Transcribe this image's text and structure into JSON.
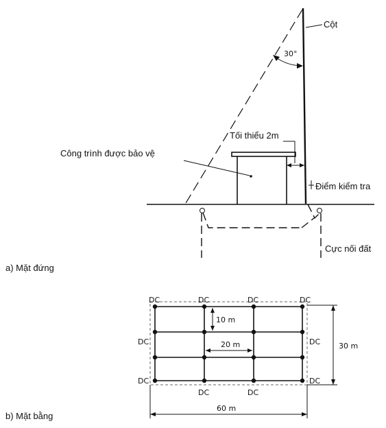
{
  "elevation": {
    "caption": "a) Mặt đứng",
    "pole_label": "Cột",
    "angle_label": "30°",
    "min_distance_label": "Tối thiểu 2m",
    "protected_label": "Công trình được bảo vệ",
    "test_point_label": "Điểm kiểm tra",
    "ground_rod_label": "Cực nối đất"
  },
  "plan": {
    "caption": "b) Mặt bằng",
    "dc_label": "DC",
    "dim_10": "10 m",
    "dim_20": "20 m",
    "dim_30": "30 m",
    "dim_60": "60 m"
  }
}
